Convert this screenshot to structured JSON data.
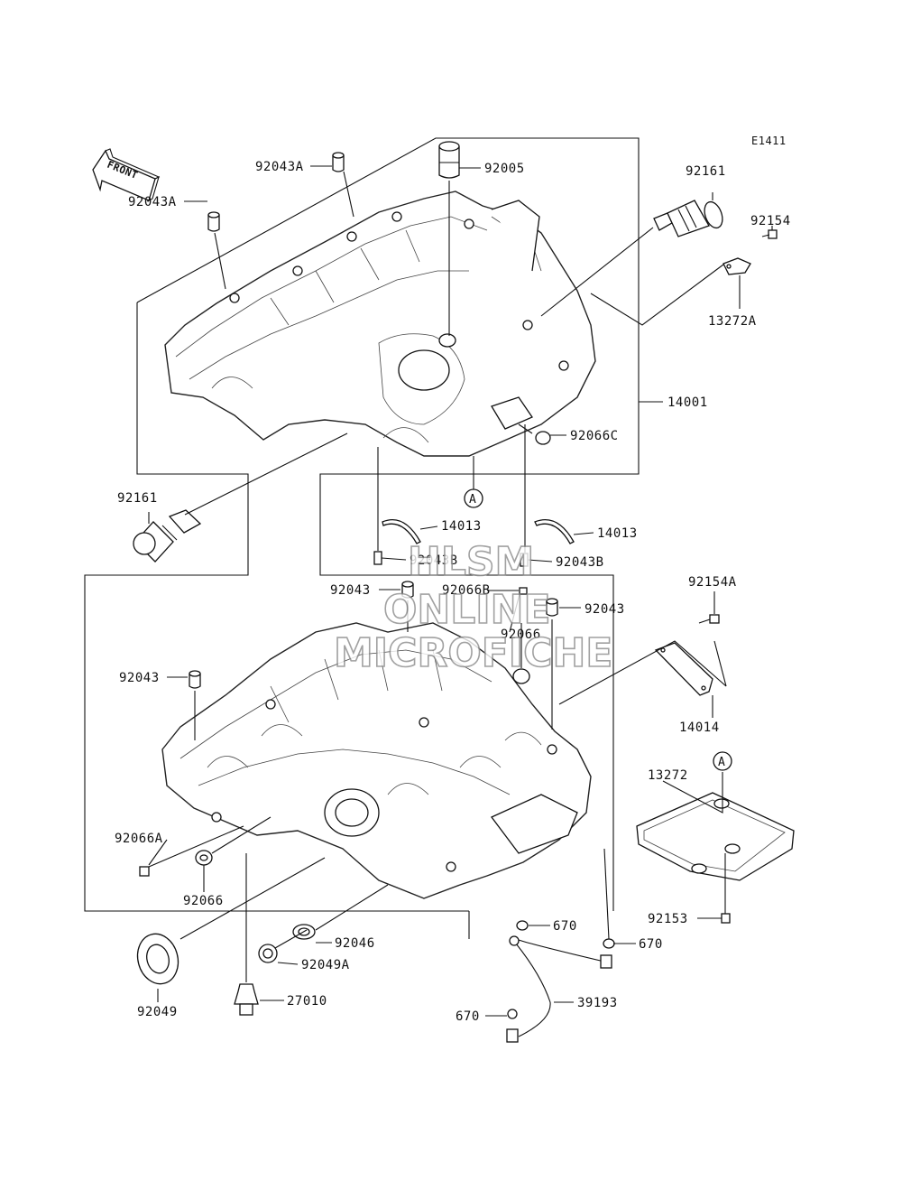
{
  "diagram": {
    "code": "E1411",
    "front_label": "FRONT",
    "circle_labels": [
      "A",
      "A"
    ],
    "part_labels": [
      "92043A",
      "92005",
      "92161",
      "92043A",
      "92154",
      "13272A",
      "14001",
      "92066C",
      "92161",
      "14013",
      "14013",
      "92043B",
      "92043B",
      "92043",
      "92066B",
      "92043",
      "92066",
      "92154A",
      "92043",
      "14014",
      "13272",
      "92066A",
      "92066",
      "92153",
      "670",
      "670",
      "92046",
      "92049A",
      "92049",
      "27010",
      "39193",
      "670"
    ]
  },
  "watermark": {
    "line1": "HLSM",
    "line2": "ONLINE",
    "line3": "MICROFICHE"
  }
}
